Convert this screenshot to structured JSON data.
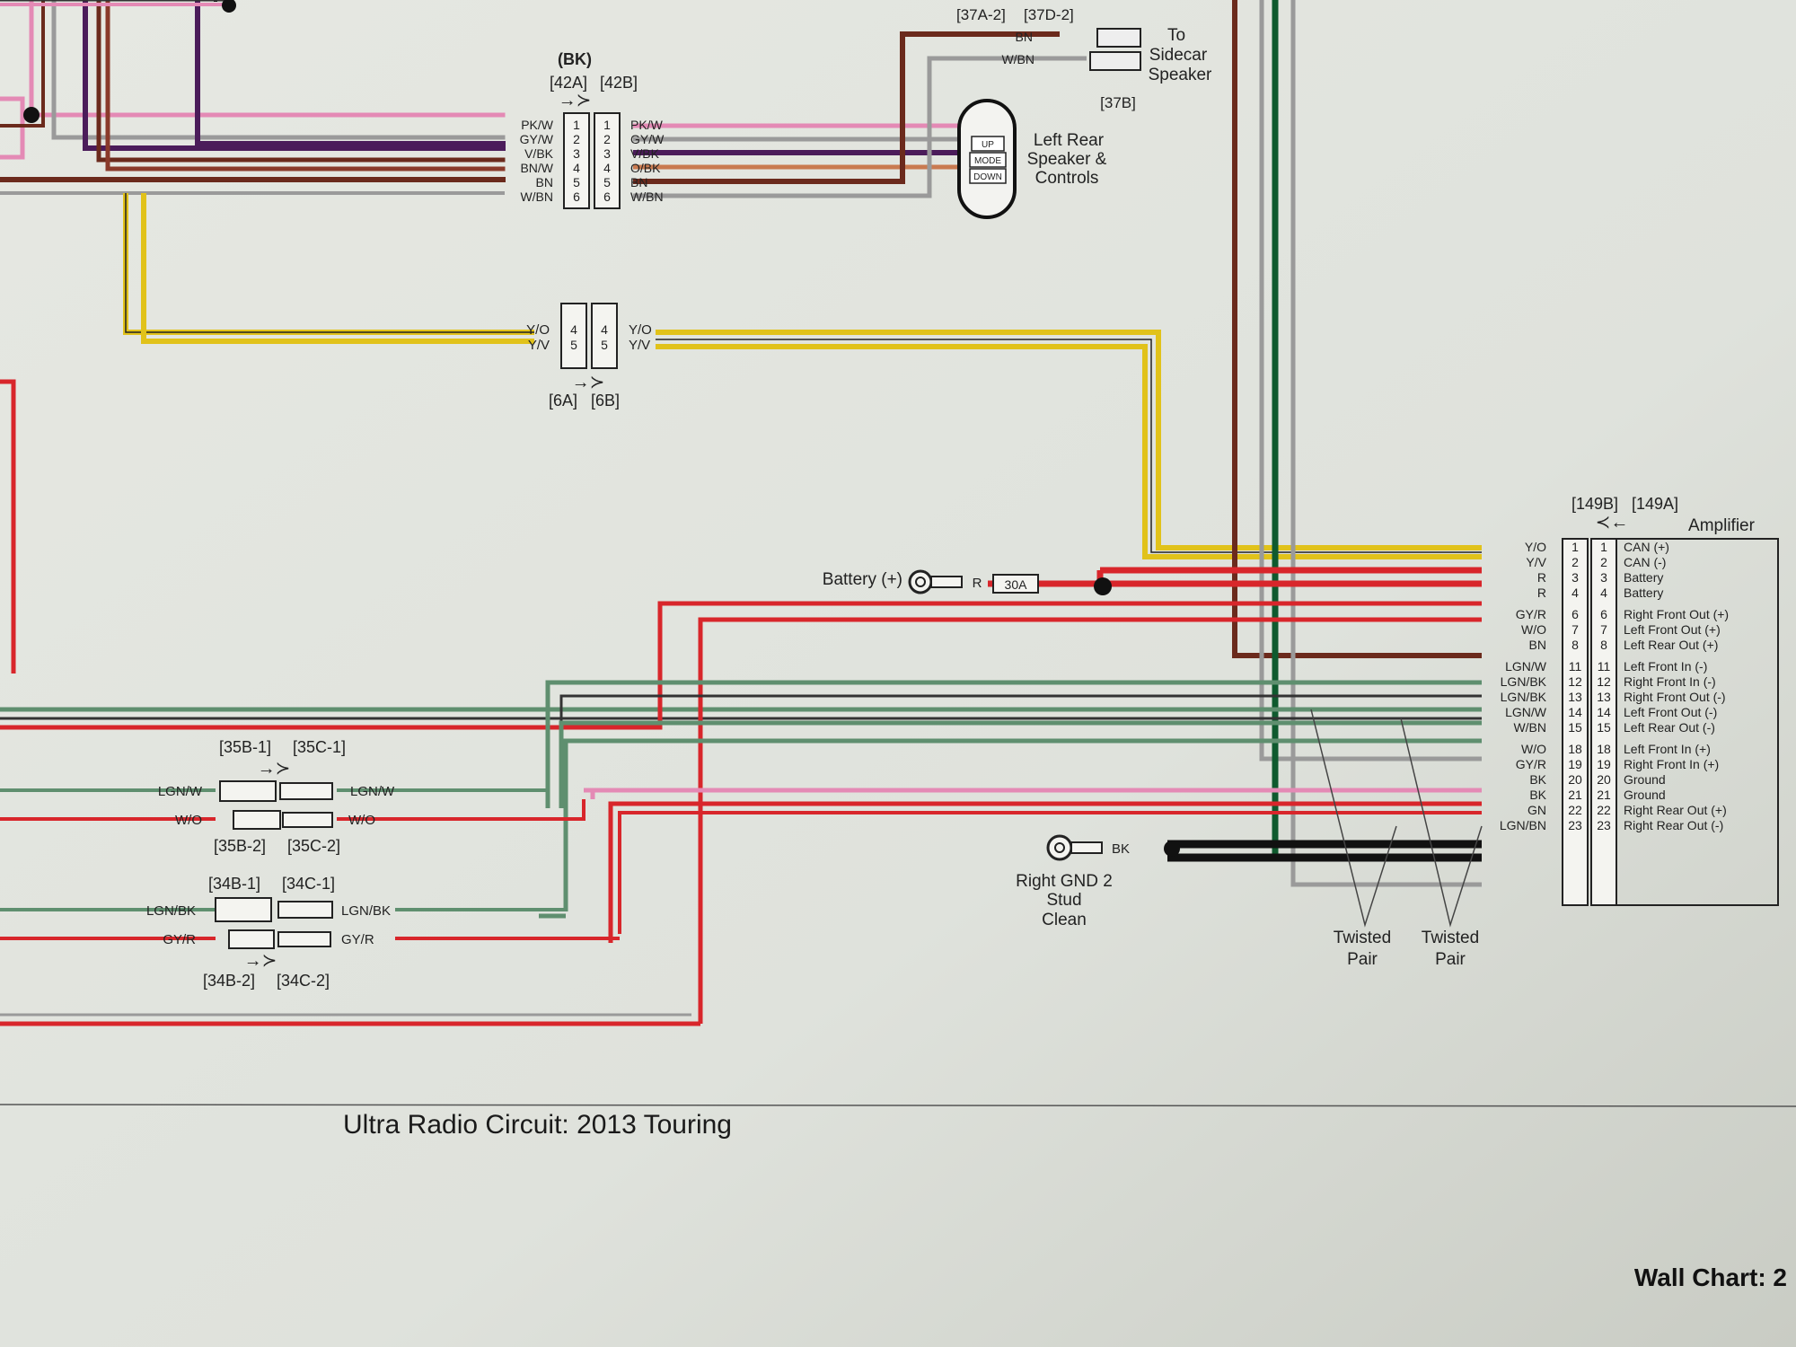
{
  "top_refs": {
    "a": "[37A-2]",
    "b": "[37D-2]"
  },
  "sidecar": {
    "wires": [
      "BN",
      "W/BN"
    ],
    "label": [
      "To",
      "Sidecar",
      "Speaker"
    ],
    "ref": "[37B]"
  },
  "controls": {
    "buttons": [
      "UP",
      "MODE",
      "DOWN"
    ],
    "label": [
      "Left Rear",
      "Speaker &",
      "Controls"
    ]
  },
  "conn42": {
    "color": "(BK)",
    "ref_a": "[42A]",
    "ref_b": "[42B]",
    "left_wires": [
      "PK/W",
      "GY/W",
      "V/BK",
      "BN/W",
      "BN",
      "W/BN"
    ],
    "pins": [
      "1",
      "2",
      "3",
      "4",
      "5",
      "6"
    ],
    "right_wires": [
      "PK/W",
      "GY/W",
      "V/BK",
      "O/BK",
      "BN",
      "W/BN"
    ]
  },
  "conn6": {
    "ref_a": "[6A]",
    "ref_b": "[6B]",
    "left_wires": [
      "Y/O",
      "Y/V"
    ],
    "pins": [
      "4",
      "5"
    ],
    "right_wires": [
      "Y/O",
      "Y/V"
    ]
  },
  "battery": {
    "label": "Battery (+)",
    "wire": "R",
    "fuse": "30A"
  },
  "ground": {
    "wire": "BK",
    "label": [
      "Right GND 2",
      "Stud",
      "Clean"
    ]
  },
  "amplifier": {
    "title": "Amplifier",
    "ref_b": "[149B]",
    "ref_a": "[149A]",
    "rows": [
      {
        "wire": "Y/O",
        "pin": "1",
        "func": "CAN (+)"
      },
      {
        "wire": "Y/V",
        "pin": "2",
        "func": "CAN (-)"
      },
      {
        "wire": "R",
        "pin": "3",
        "func": "Battery"
      },
      {
        "wire": "R",
        "pin": "4",
        "func": "Battery"
      },
      {
        "wire": "GY/R",
        "pin": "6",
        "func": "Right Front Out (+)"
      },
      {
        "wire": "W/O",
        "pin": "7",
        "func": "Left Front Out (+)"
      },
      {
        "wire": "BN",
        "pin": "8",
        "func": "Left Rear Out (+)"
      },
      {
        "wire": "LGN/W",
        "pin": "11",
        "func": "Left Front In (-)"
      },
      {
        "wire": "LGN/BK",
        "pin": "12",
        "func": "Right Front In (-)"
      },
      {
        "wire": "LGN/BK",
        "pin": "13",
        "func": "Right Front Out (-)"
      },
      {
        "wire": "LGN/W",
        "pin": "14",
        "func": "Left Front Out (-)"
      },
      {
        "wire": "W/BN",
        "pin": "15",
        "func": "Left Rear Out (-)"
      },
      {
        "wire": "W/O",
        "pin": "18",
        "func": "Left Front In (+)"
      },
      {
        "wire": "GY/R",
        "pin": "19",
        "func": "Right Front In (+)"
      },
      {
        "wire": "BK",
        "pin": "20",
        "func": "Ground"
      },
      {
        "wire": "BK",
        "pin": "21",
        "func": "Ground"
      },
      {
        "wire": "GN",
        "pin": "22",
        "func": "Right Rear Out (+)"
      },
      {
        "wire": "LGN/BN",
        "pin": "23",
        "func": "Right Rear Out (-)"
      }
    ]
  },
  "twisted": [
    "Twisted",
    "Pair",
    "Twisted",
    "Pair"
  ],
  "conn35": {
    "ref_a": "[35B-1]",
    "ref_b": "[35C-1]",
    "ref_c": "[35B-2]",
    "ref_d": "[35C-2]",
    "wire1": "LGN/W",
    "wire2": "W/O"
  },
  "conn34": {
    "ref_a": "[34B-1]",
    "ref_b": "[34C-1]",
    "ref_c": "[34B-2]",
    "ref_d": "[34C-2]",
    "wire1": "LGN/BK",
    "wire2": "GY/R"
  },
  "footer": {
    "title": "Ultra Radio Circuit: 2013 Touring",
    "page": "Wall Chart: 2"
  },
  "colors": {
    "paper": "#dfe2dc",
    "pink": "#e48ab5",
    "brown": "#6b2a1c",
    "violet": "#4b1c5a",
    "yellow": "#e1c21a",
    "red": "#d8262b",
    "lightgreen": "#5f8f6f",
    "green": "#0f5a2e",
    "black": "#111111"
  }
}
